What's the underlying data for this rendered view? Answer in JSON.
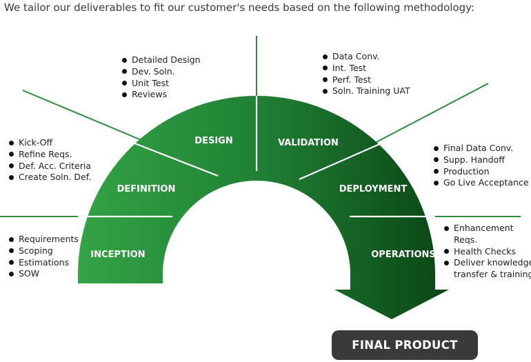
{
  "intro": "We tailor our deliverables to fit our customer's needs based on the following methodology:",
  "phases": {
    "inception": "INCEPTION",
    "definition": "DEFINITION",
    "design": "DESIGN",
    "validation": "VALIDATION",
    "deployment": "DEPLOYMENT",
    "operations": "OPERATIONS"
  },
  "lists": {
    "inception": [
      "Requirements",
      "Scoping",
      "Estimations",
      "SOW"
    ],
    "definition": [
      "Kick-Off",
      "Refine Reqs.",
      "Def. Acc. Criteria",
      "Create Soln. Def."
    ],
    "design": [
      "Detailed Design",
      "Dev. Soln.",
      "Unit Test",
      "Reviews"
    ],
    "validation": [
      "Data Conv.",
      "Int. Test",
      "Perf. Test",
      "Soln. Training UAT"
    ],
    "deployment": [
      "Final Data Conv.",
      "Supp. Handoff",
      "Production",
      "Go Live Acceptance"
    ],
    "operations": [
      {
        "line1": "Enhancement",
        "line2": "Reqs."
      },
      {
        "line1": "Health Checks"
      },
      {
        "line1": "Deliver knowledge",
        "line2": "transfer & training"
      }
    ]
  },
  "final_product": "FINAL PRODUCT",
  "colors": {
    "green_light": "#2f9b40",
    "green_mid": "#1f7e32",
    "green_dark": "#0f4f1b",
    "divider": "#ffffff",
    "ray": "#2e8a3c",
    "final_bg": "#3a3a3a"
  }
}
